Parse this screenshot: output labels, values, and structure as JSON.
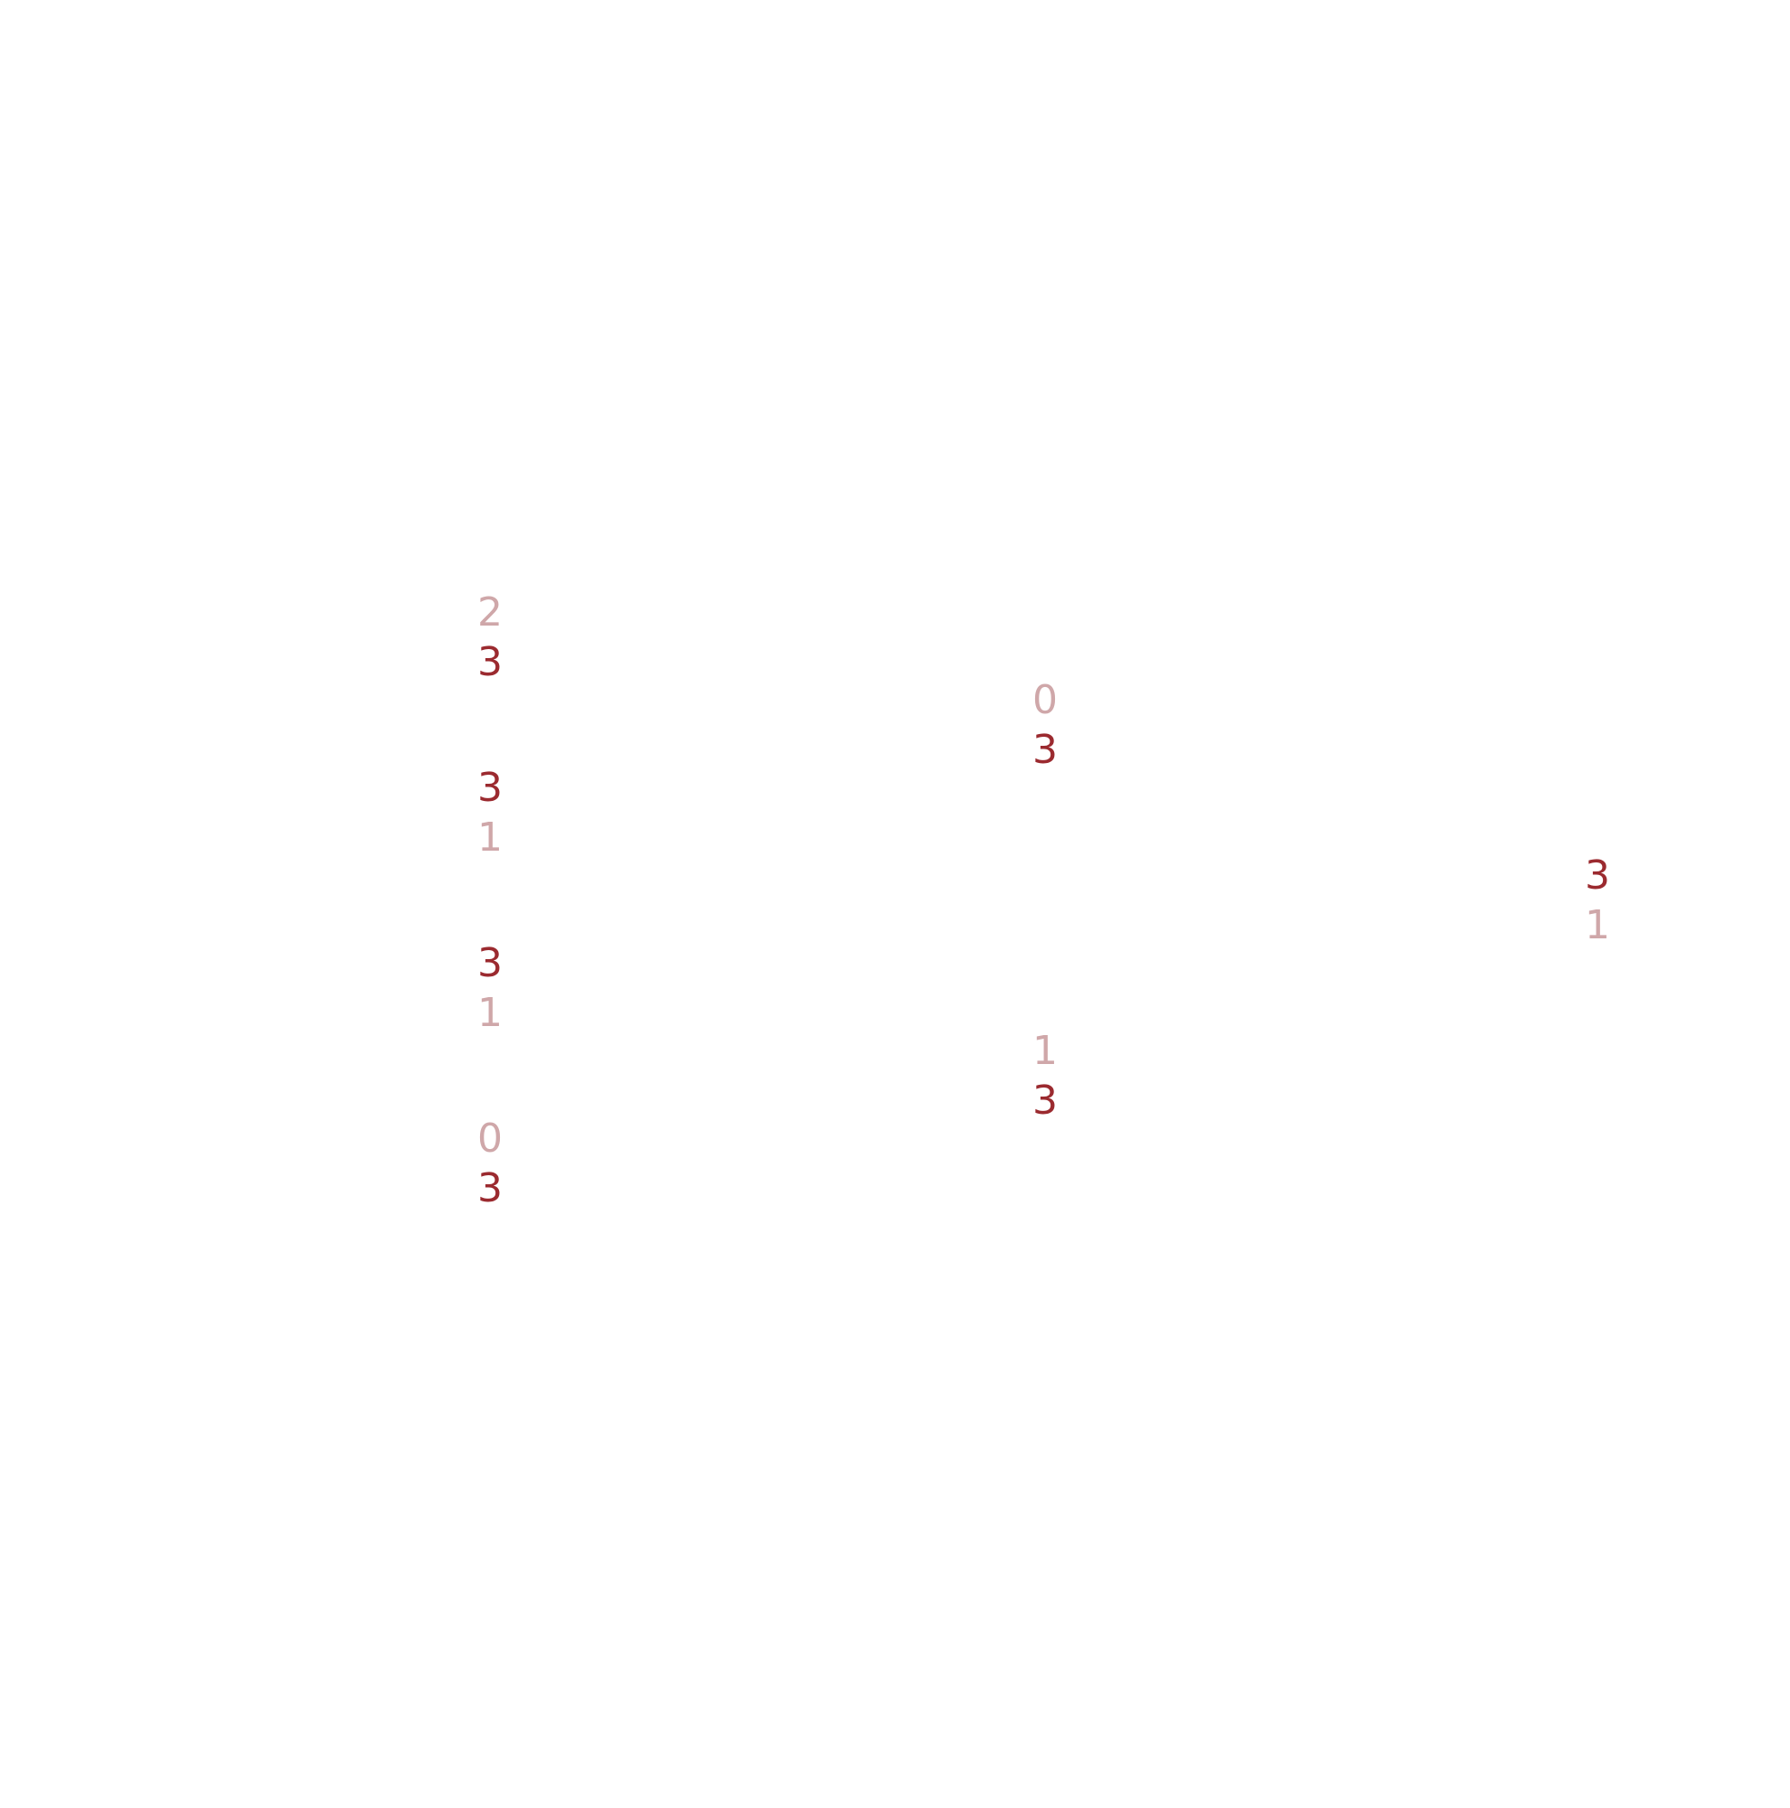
{
  "colors": {
    "strong": "#9b2a2f",
    "faint": "#cfa7a9"
  },
  "columns": [
    {
      "pairs": [
        {
          "top": {
            "value": "2",
            "tone": "faint"
          },
          "bottom": {
            "value": "3",
            "tone": "strong"
          }
        },
        {
          "top": {
            "value": "3",
            "tone": "strong"
          },
          "bottom": {
            "value": "1",
            "tone": "faint"
          }
        },
        {
          "top": {
            "value": "3",
            "tone": "strong"
          },
          "bottom": {
            "value": "1",
            "tone": "faint"
          }
        },
        {
          "top": {
            "value": "0",
            "tone": "faint"
          },
          "bottom": {
            "value": "3",
            "tone": "strong"
          }
        }
      ]
    },
    {
      "pairs": [
        {
          "top": {
            "value": "0",
            "tone": "faint"
          },
          "bottom": {
            "value": "3",
            "tone": "strong"
          }
        },
        {
          "top": {
            "value": "1",
            "tone": "faint"
          },
          "bottom": {
            "value": "3",
            "tone": "strong"
          }
        }
      ]
    },
    {
      "pairs": [
        {
          "top": {
            "value": "3",
            "tone": "strong"
          },
          "bottom": {
            "value": "1",
            "tone": "faint"
          }
        }
      ]
    }
  ]
}
